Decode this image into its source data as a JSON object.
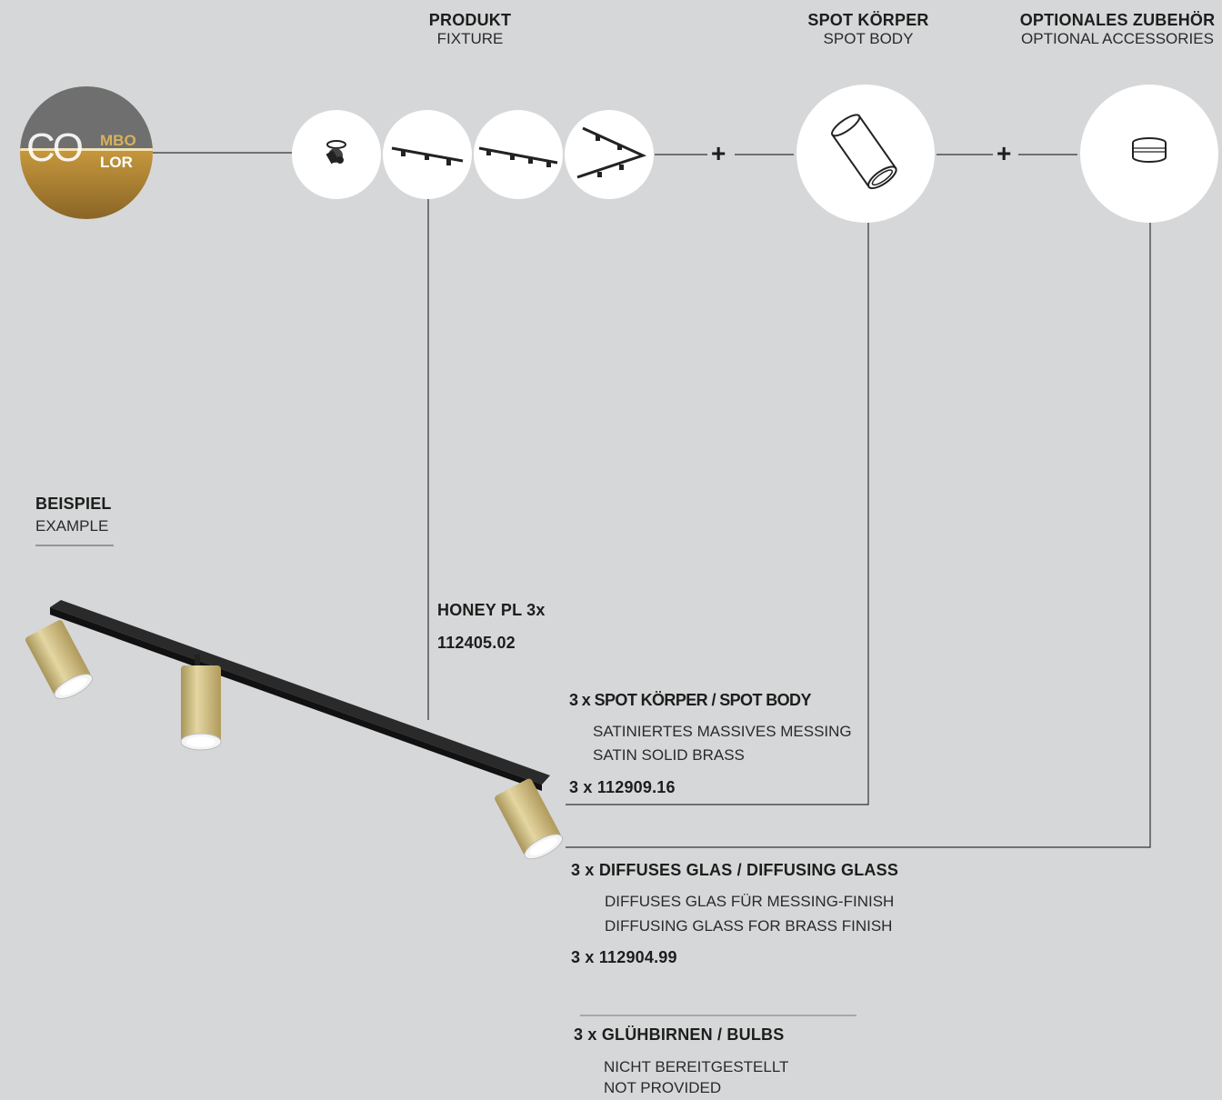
{
  "header": {
    "product": {
      "title": "PRODUKT",
      "subtitle": "FIXTURE"
    },
    "spot_body": {
      "title": "SPOT KÖRPER",
      "subtitle": "SPOT BODY"
    },
    "accessories": {
      "title": "OPTIONALES ZUBEHÖR",
      "subtitle": "OPTIONAL ACCESSORIES"
    }
  },
  "logo": {
    "left": "CO",
    "top_right": "MBO",
    "bottom_right": "LOR"
  },
  "plus_signs": [
    "+",
    "+"
  ],
  "example": {
    "title": "BEISPIEL",
    "subtitle": "EXAMPLE"
  },
  "product": {
    "name": "HONEY PL 3x",
    "code": "112405.02"
  },
  "spot": {
    "title": "3 x SPOT KÖRPER / SPOT BODY",
    "line1": "SATINIERTES MASSIVES MESSING",
    "line2": "SATIN SOLID BRASS",
    "code": "3 x 112909.16"
  },
  "glass": {
    "title": "3 x DIFFUSES GLAS / DIFFUSING GLASS",
    "line1": "DIFFUSES GLAS FÜR MESSING-FINISH",
    "line2": "DIFFUSING GLASS FOR BRASS FINISH",
    "code": "3 x 112904.99"
  },
  "bulbs": {
    "title": "3 x GLÜHBIRNEN / BULBS",
    "line1": "NICHT BEREITGESTELLT",
    "line2": "NOT PROVIDED"
  },
  "colors": {
    "background": "#d6d7d9",
    "text": "#1d1d1b",
    "brass": "#c9b26a",
    "gold_logo": "#c7a24a"
  }
}
